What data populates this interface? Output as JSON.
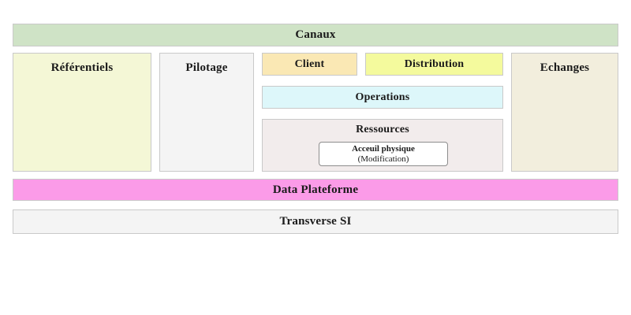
{
  "diagram": {
    "type": "layered-capability-map",
    "title_band": {
      "label": "Canaux",
      "color": "#cfe3c6"
    },
    "columns": [
      {
        "id": "referentiels",
        "label": "Référentiels",
        "color": "#f4f7d6"
      },
      {
        "id": "pilotage",
        "label": "Pilotage",
        "color": "#f4f4f4"
      },
      {
        "id": "echanges",
        "label": "Echanges",
        "color": "#f2eedd"
      }
    ],
    "center": {
      "client": {
        "label": "Client",
        "color": "#fae8b4"
      },
      "distribution": {
        "label": "Distribution",
        "color": "#f4fa9d"
      },
      "operations": {
        "label": "Operations",
        "color": "#ddf7fa"
      },
      "ressources": {
        "label": "Ressources",
        "color": "#f2ecec",
        "items": [
          {
            "name": "Acceuil physique",
            "status": "(Modification)"
          }
        ]
      }
    },
    "bottom_bands": [
      {
        "id": "data-plateforme",
        "label": "Data Plateforme",
        "color": "#fb9be8"
      },
      {
        "id": "transverse-si",
        "label": "Transverse SI",
        "color": "#f4f4f4"
      }
    ]
  }
}
